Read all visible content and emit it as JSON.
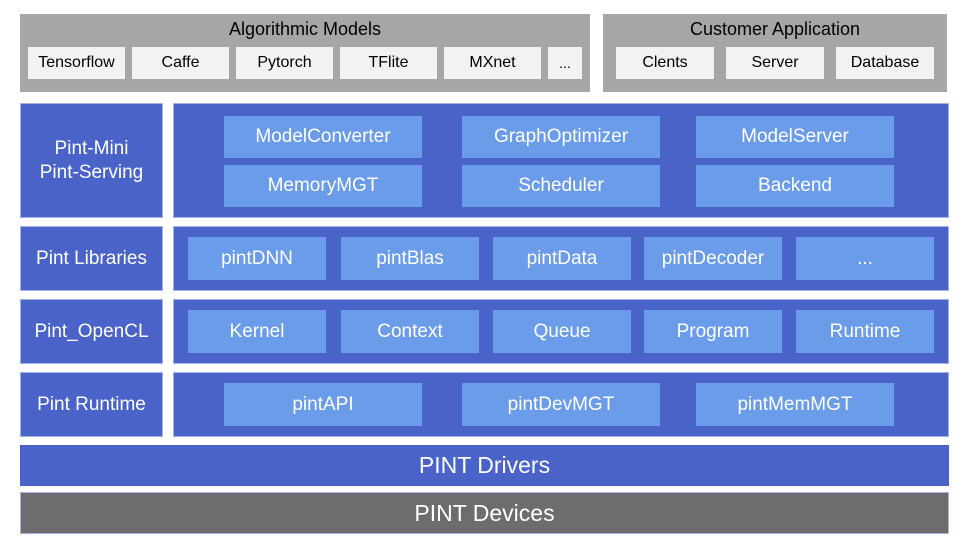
{
  "algorithmic_models": {
    "title": "Algorithmic Models",
    "items": [
      "Tensorflow",
      "Caffe",
      "Pytorch",
      "TFlite",
      "MXnet",
      "..."
    ]
  },
  "customer_application": {
    "title": "Customer Application",
    "items": [
      "Clents",
      "Server",
      "Database"
    ]
  },
  "layers": [
    {
      "label": "Pint-Mini\nPint-Serving",
      "components": [
        "ModelConverter",
        "GraphOptimizer",
        "ModelServer",
        "MemoryMGT",
        "Scheduler",
        "Backend"
      ]
    },
    {
      "label": "Pint Libraries",
      "components": [
        "pintDNN",
        "pintBlas",
        "pintData",
        "pintDecoder",
        "..."
      ]
    },
    {
      "label": "Pint_OpenCL",
      "components": [
        "Kernel",
        "Context",
        "Queue",
        "Program",
        "Runtime"
      ]
    },
    {
      "label": "Pint Runtime",
      "components": [
        "pintAPI",
        "pintDevMGT",
        "pintMemMGT"
      ]
    }
  ],
  "drivers": "PINT Drivers",
  "devices": "PINT Devices",
  "colors": {
    "panel_blue": "#4a63c8",
    "component_blue": "#6a9cea",
    "gray_panel": "#a6a6a6",
    "devices_gray": "#6d6d6d"
  }
}
